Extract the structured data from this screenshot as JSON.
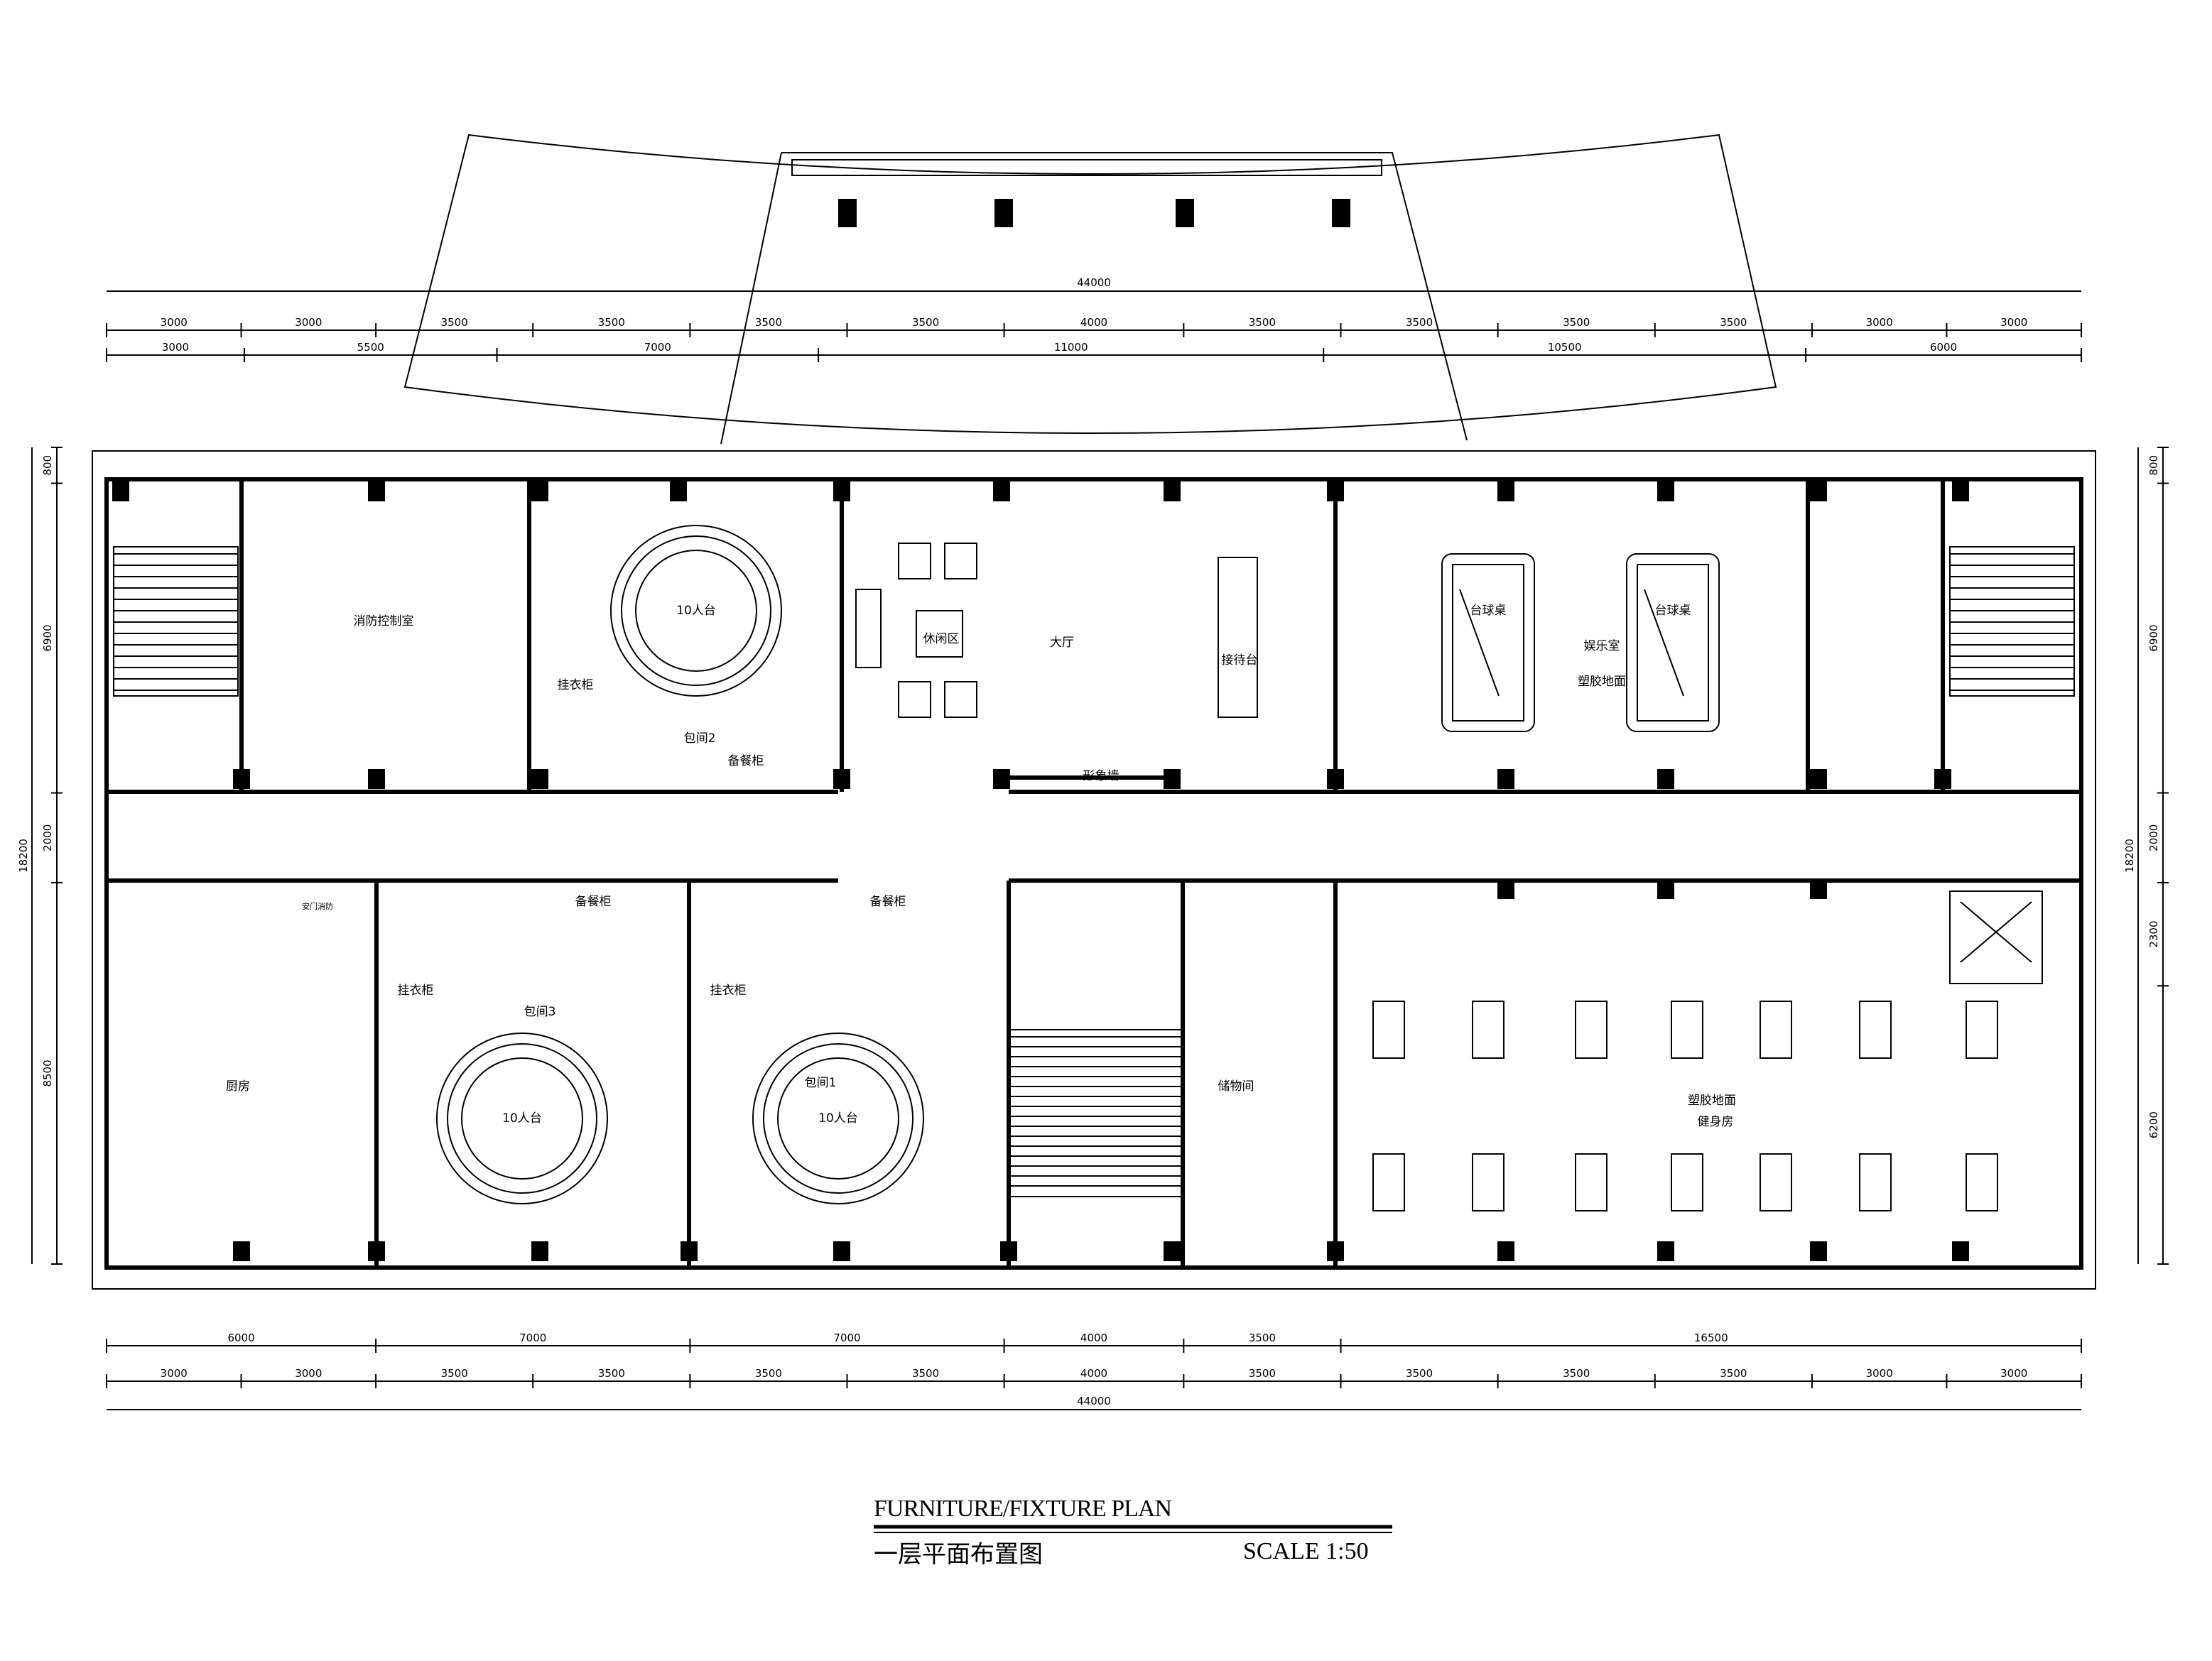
{
  "dimensions": {
    "top_overall": "44000",
    "top_row1": [
      "3000",
      "3000",
      "3500",
      "3500",
      "3500",
      "3500",
      "4000",
      "3500",
      "3500",
      "3500",
      "3500",
      "3000",
      "3000"
    ],
    "top_row2": [
      "3000",
      "5500",
      "7000",
      "11000",
      "10500",
      "6000"
    ],
    "bottom_row1": [
      "6000",
      "7000",
      "7000",
      "4000",
      "3500",
      "16500"
    ],
    "bottom_row2": [
      "3000",
      "3000",
      "3500",
      "3500",
      "3500",
      "3500",
      "4000",
      "3500",
      "3500",
      "3500",
      "3500",
      "3000",
      "3000"
    ],
    "bottom_overall": "44000",
    "left": [
      "800",
      "6900",
      "2000",
      "8500",
      "18200"
    ],
    "right": [
      "800",
      "6900",
      "2000",
      "2300",
      "6200",
      "18200"
    ]
  },
  "rooms": {
    "fire_control": "消防控制室",
    "private_room_2": "包间2",
    "table_10_a": "10人台",
    "coat_a": "挂衣柜",
    "sideboard_a": "备餐柜",
    "lounge": "休闲区",
    "lobby": "大厅",
    "reception": "接待台",
    "feature_wall": "形象墙",
    "billiard_1": "台球桌",
    "billiard_2": "台球桌",
    "entertainment": "娱乐室",
    "plastic_floor_1": "塑胶地面",
    "kitchen": "厨房",
    "kitchen_label": "安门消防",
    "sideboard_b": "备餐柜",
    "sideboard_c": "备餐柜",
    "coat_b": "挂衣柜",
    "coat_c": "挂衣柜",
    "private_room_3": "包间3",
    "private_room_1": "包间1",
    "table_10_b": "10人台",
    "table_10_c": "10人台",
    "storage": "储物间",
    "plastic_floor_2": "塑胶地面",
    "gym": "健身房"
  },
  "title_block": {
    "en": "FURNITURE/FIXTURE PLAN",
    "cn": "一层平面布置图",
    "scale": "SCALE  1:50"
  }
}
